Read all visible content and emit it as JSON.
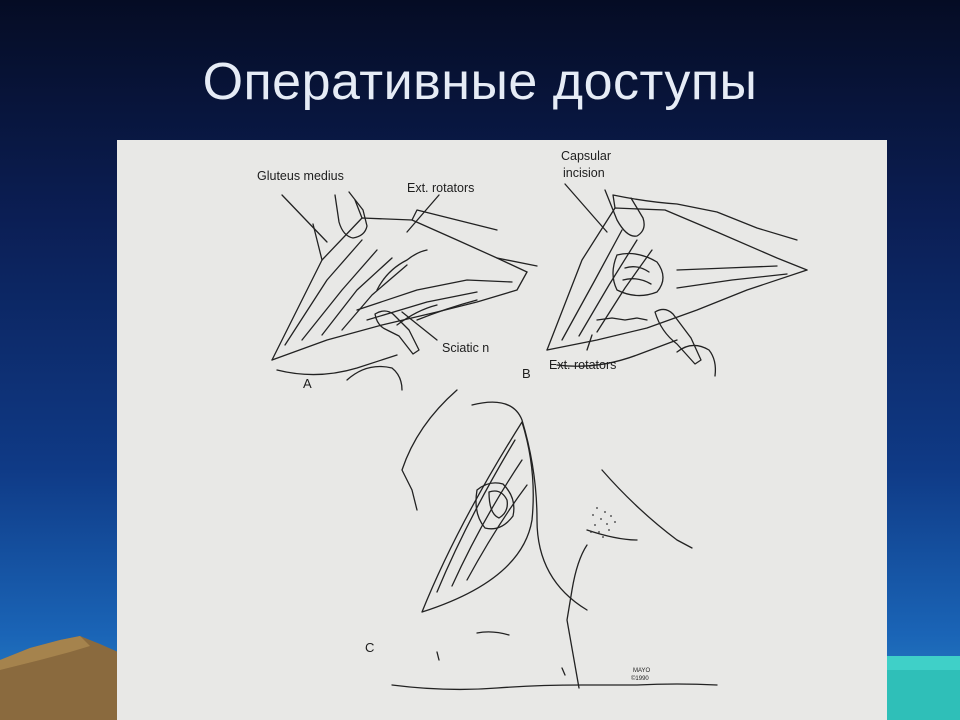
{
  "slide": {
    "title": "Оперативные доступы"
  },
  "figure": {
    "panel_a": {
      "letter": "A",
      "labels": {
        "gluteus_medius": "Gluteus medius",
        "ext_rotators": "Ext. rotators",
        "sciatic_n": "Sciatic n"
      }
    },
    "panel_b": {
      "letter": "B",
      "labels": {
        "capsular_line1": "Capsular",
        "capsular_line2": "incision",
        "ext_rotators": "Ext. rotators"
      }
    },
    "panel_c": {
      "letter": "C"
    },
    "signature": {
      "line1": "MAYO",
      "line2": "©1990"
    }
  },
  "colors": {
    "background_top": "#050c24",
    "background_bottom": "#2a86c8",
    "title_text": "#e6ecf6",
    "figure_paper": "#e8e8e6",
    "line_ink": "#222222"
  }
}
